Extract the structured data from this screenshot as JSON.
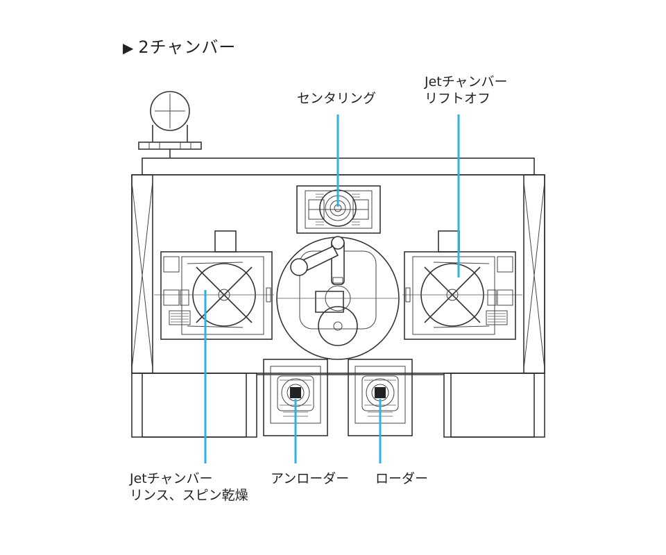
{
  "title": {
    "marker": "▶",
    "text": "2チャンバー"
  },
  "labels": {
    "centering": "センタリング",
    "jet_liftoff_line1": "Jetチャンバー",
    "jet_liftoff_line2": "リフトオフ",
    "jet_rinse_line1": "Jetチャンバー",
    "jet_rinse_line2": "リンス、スピン乾燥",
    "unloader": "アンローダー",
    "loader": "ローダー"
  },
  "colors": {
    "leader_line": "#2bb3e3",
    "drawing_line": "#333333",
    "text": "#222222"
  }
}
